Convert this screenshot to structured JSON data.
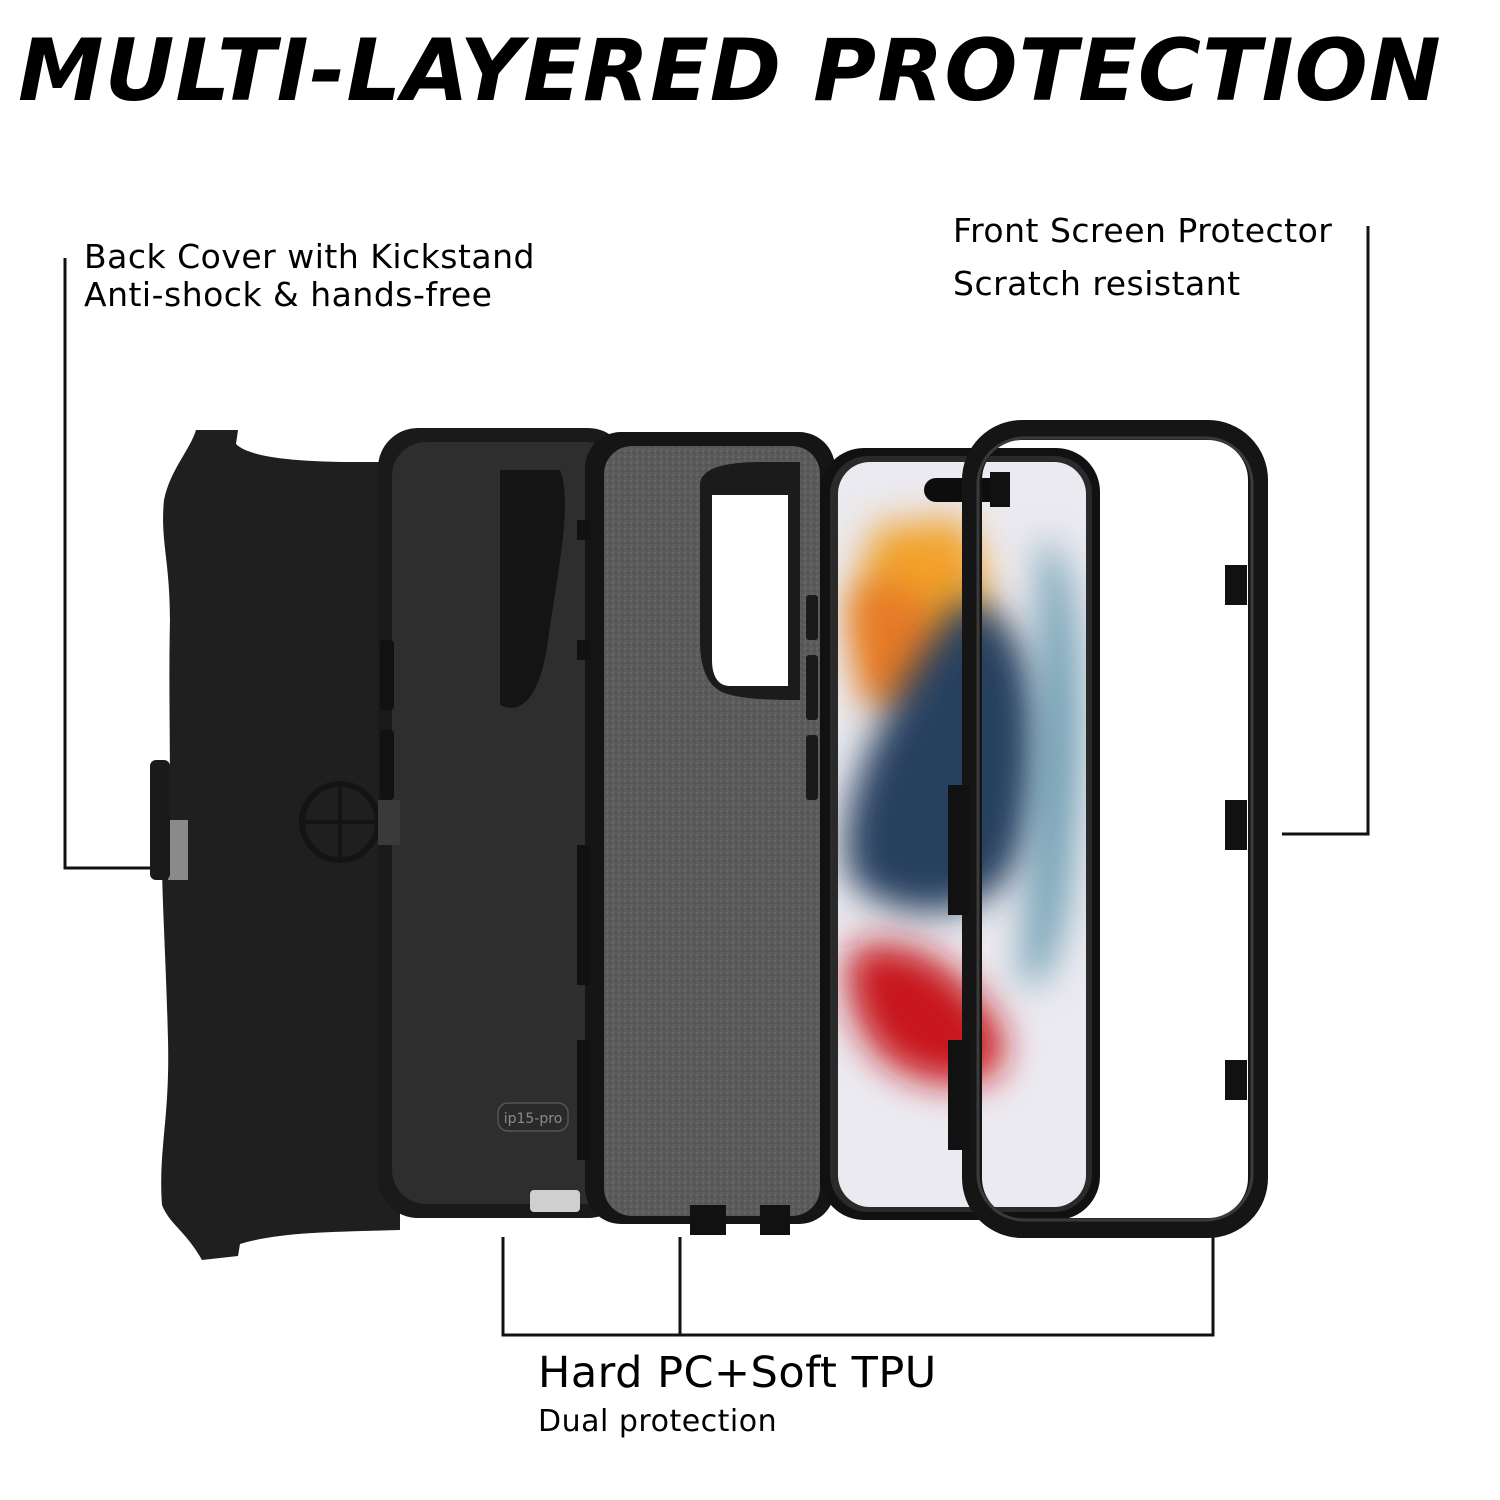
{
  "headline": "MULTI-LAYERED PROTECTION",
  "callouts": {
    "back_cover": {
      "title": "Back Cover with Kickstand",
      "subtitle": "Anti-shock & hands-free"
    },
    "front_screen": {
      "title": "Front Screen Protector",
      "subtitle": "Scratch resistant"
    },
    "dual_layer": {
      "title": "Hard PC+Soft TPU",
      "subtitle": "Dual protection"
    }
  },
  "model_label": "ip15-pro",
  "colors": {
    "case_black": "#1c1c1c",
    "case_shell": "#2e2e2e",
    "foam_gray": "#5e5e5e",
    "screen_orange": "#f2a22a",
    "screen_blue": "#27405f",
    "screen_red": "#c8141a",
    "screen_teal": "#6e9fb3"
  }
}
